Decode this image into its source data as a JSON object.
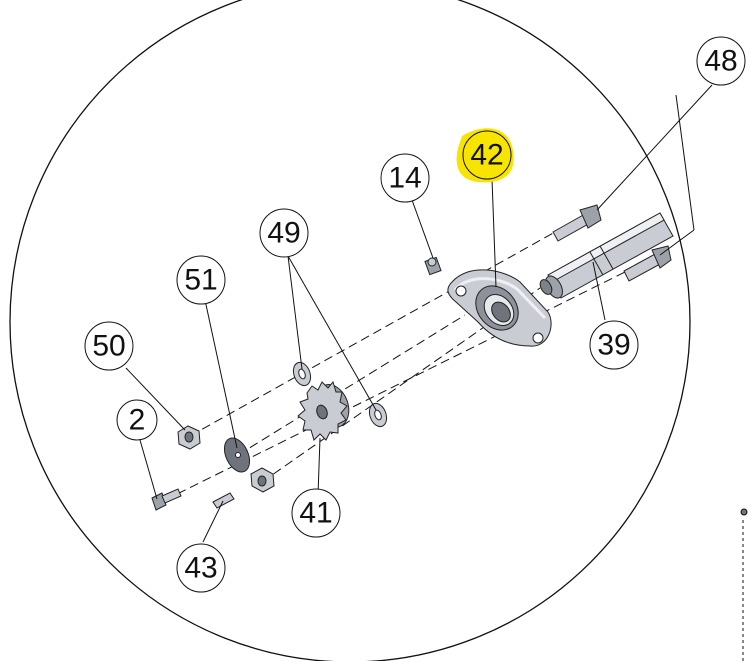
{
  "diagram": {
    "highlight_color": "#f7e400",
    "line_color": "#111111",
    "part_fill": "#c9ccd3",
    "part_dark": "#6f737c",
    "balloons": [
      {
        "id": "b48",
        "label": "48",
        "highlighted": false
      },
      {
        "id": "b42",
        "label": "42",
        "highlighted": true
      },
      {
        "id": "b14",
        "label": "14",
        "highlighted": false
      },
      {
        "id": "b49",
        "label": "49",
        "highlighted": false
      },
      {
        "id": "b51",
        "label": "51",
        "highlighted": false
      },
      {
        "id": "b50",
        "label": "50",
        "highlighted": false
      },
      {
        "id": "b39",
        "label": "39",
        "highlighted": false
      },
      {
        "id": "b2",
        "label": "2",
        "highlighted": false
      },
      {
        "id": "b41",
        "label": "41",
        "highlighted": false
      },
      {
        "id": "b43",
        "label": "43",
        "highlighted": false
      }
    ]
  }
}
